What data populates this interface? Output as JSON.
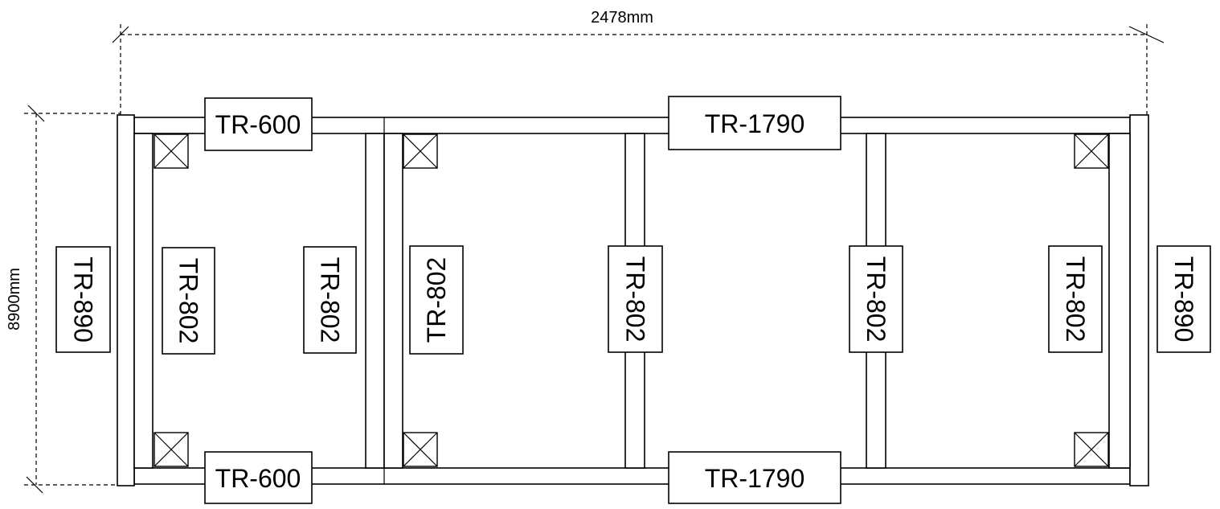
{
  "dimensions": {
    "width_label": "2478mm",
    "height_label": "8900mm"
  },
  "labels": {
    "top_left_rail": "TR-600",
    "top_right_rail": "TR-1790",
    "bottom_left_rail": "TR-600",
    "bottom_right_rail": "TR-1790",
    "left_end_post": "TR-890",
    "right_end_post": "TR-890",
    "left_inner_bar": "TR-802",
    "partition_bar": "TR-802",
    "bay_left_bar": "TR-802",
    "center_bar": "TR-802",
    "right_center_bar": "TR-802",
    "right_inner_bar": "TR-802"
  }
}
